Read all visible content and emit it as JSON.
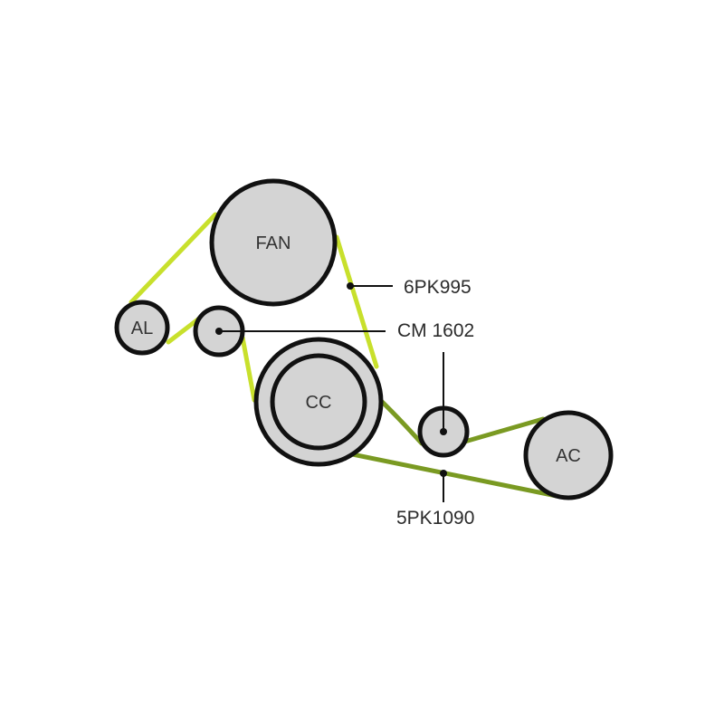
{
  "colors": {
    "belt_upper": "#c8e02c",
    "belt_lower": "#7a9a22",
    "pulley_fill": "#d4d4d4",
    "outline": "#111111"
  },
  "pulleys": {
    "fan": "FAN",
    "al": "AL",
    "cc": "CC",
    "ac": "AC"
  },
  "labels": {
    "belt_upper": "6PK995",
    "tensioner": "CM 1602",
    "belt_lower": "5PK1090"
  }
}
